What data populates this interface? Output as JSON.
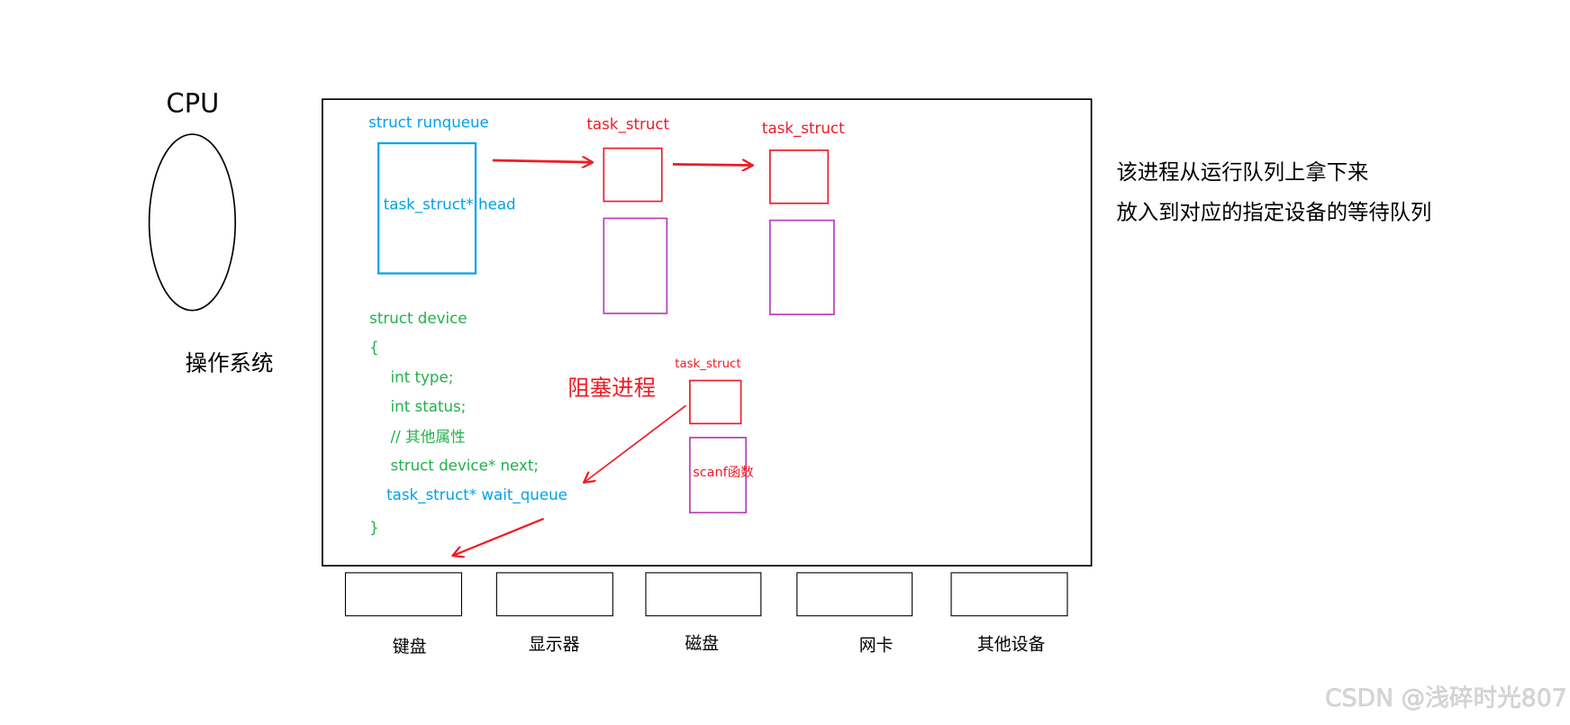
{
  "cpu": {
    "label": "CPU"
  },
  "os": {
    "label": "操作系统"
  },
  "runqueue": {
    "title": "struct runqueue",
    "field": "task_struct* head"
  },
  "queue_tasks": [
    {
      "label": "task_struct"
    },
    {
      "label": "task_struct"
    }
  ],
  "device_struct": {
    "lines": [
      "struct device",
      "{",
      "int type;",
      "int status;",
      "// 其他属性",
      "struct device* next;",
      "task_struct* wait_queue",
      "}"
    ]
  },
  "blocked": {
    "title": "阻塞进程",
    "task_label": "task_struct",
    "function_label": "scanf函数"
  },
  "devices": [
    {
      "label": "键盘"
    },
    {
      "label": "显示器"
    },
    {
      "label": "磁盘"
    },
    {
      "label": "网卡"
    },
    {
      "label": "其他设备"
    }
  ],
  "notes": [
    "该进程从运行队列上拿下来",
    "放入到对应的指定设备的等待队列"
  ],
  "watermark": "CSDN @浅碎时光807",
  "colors": {
    "blue": "#00a2e8",
    "red": "#ed1c24",
    "purple": "#b83dba",
    "green": "#22b14c"
  }
}
